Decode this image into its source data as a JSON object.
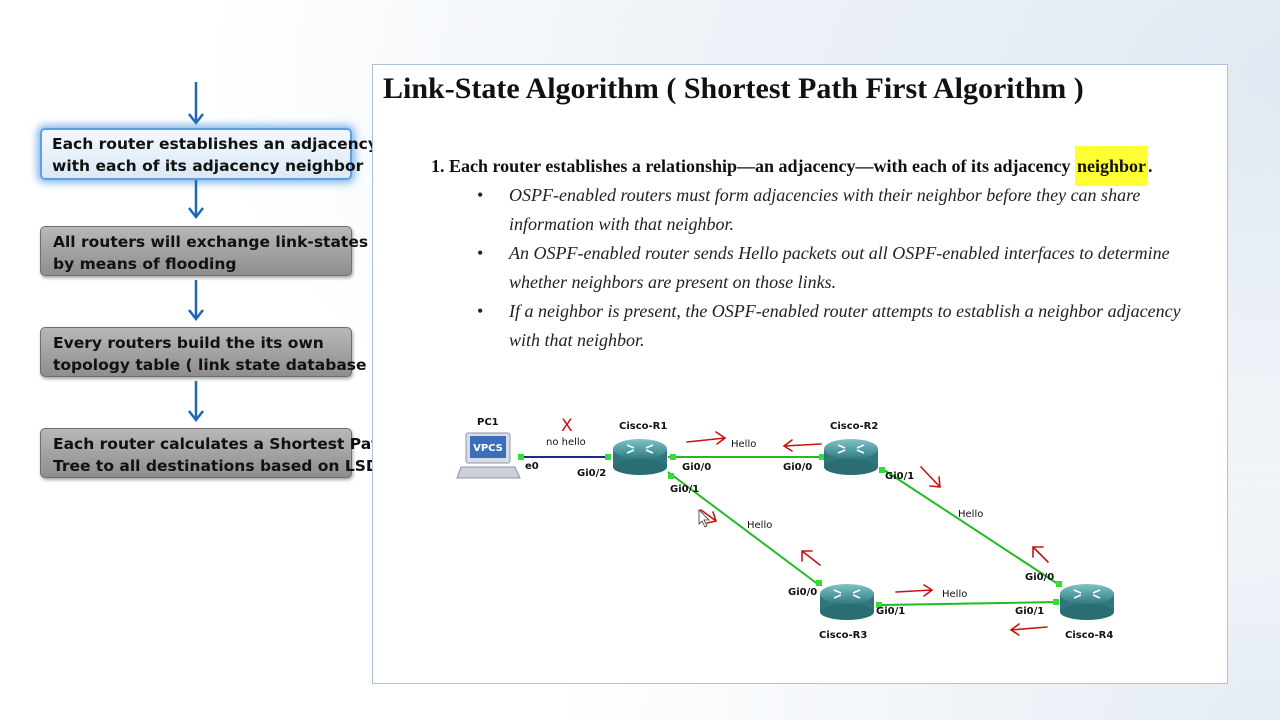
{
  "flow": {
    "steps": [
      {
        "line1": "Each router establishes an adjacency",
        "line2": "with each of its adjacency neighbor",
        "active": true
      },
      {
        "line1": "All routers will exchange link-states",
        "line2": "by means of flooding",
        "active": false
      },
      {
        "line1": "Every routers build the its own",
        "line2": "topology table  ( link state database )",
        "active": false
      },
      {
        "line1": "Each router calculates a Shortest Path",
        "line2": "Tree to all destinations based on LSDB",
        "active": false
      }
    ]
  },
  "slide": {
    "title": "Link-State Algorithm  ( Shortest Path First Algorithm )",
    "point_prefix": "1.  Each router establishes a relationship—an adjacency—with each of its adjacency ",
    "point_highlight": "neighbor",
    "point_suffix": ".",
    "bullets": [
      "OSPF-enabled routers must form adjacencies with their neighbor before they can share information with that neighbor.",
      "An OSPF-enabled router sends Hello packets out all OSPF-enabled interfaces to determine whether neighbors are present on those links.",
      "If a neighbor is present, the OSPF-enabled router attempts to establish a neighbor adjacency with that neighbor."
    ]
  },
  "topology": {
    "pc": {
      "name": "PC1",
      "screen_text": "VPCS",
      "port": "e0"
    },
    "no_hello": "no hello",
    "no_hello_mark": "X",
    "hello": "Hello",
    "routers": {
      "r1": {
        "name": "Cisco-R1",
        "gi02": "Gi0/2",
        "gi00": "Gi0/0",
        "gi01": "Gi0/1"
      },
      "r2": {
        "name": "Cisco-R2",
        "gi00": "Gi0/0",
        "gi01": "Gi0/1"
      },
      "r3": {
        "name": "Cisco-R3",
        "gi00": "Gi0/0",
        "gi01": "Gi0/1"
      },
      "r4": {
        "name": "Cisco-R4",
        "gi00": "Gi0/0",
        "gi01": "Gi0/1"
      }
    }
  },
  "colors": {
    "link_green": "#22bb22",
    "link_pc": "#1a2a8a",
    "router_teal": "#3f8f95",
    "arrow_blue": "#1f66b5",
    "annotation_red": "#cc1111",
    "highlight": "#ffff33"
  }
}
